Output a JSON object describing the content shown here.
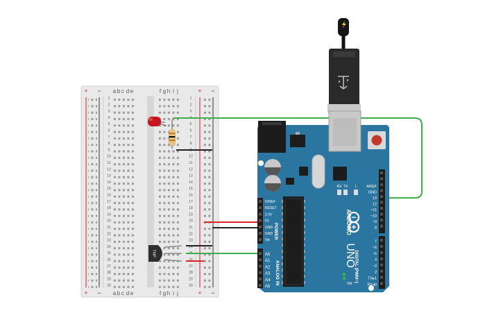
{
  "breadboard": {
    "column_letters_left": [
      "a",
      "b",
      "c",
      "d",
      "e"
    ],
    "column_letters_right": [
      "f",
      "g",
      "h",
      "i",
      "j"
    ],
    "rail_plus": "+",
    "rail_minus": "−",
    "row_count": 30
  },
  "components": {
    "led": {
      "color": "#c8141e"
    },
    "resistor": {
      "bands": [
        "#c8791e",
        "#111111",
        "#c8791e"
      ]
    },
    "temp_sensor": {
      "label": "TMP"
    }
  },
  "arduino": {
    "logo": "ARDUINO",
    "model": "UNO",
    "on_label": "ON",
    "tx_label": "TX",
    "rx_label": "RX",
    "l_label": "L",
    "power_title": "POWER",
    "analog_title": "ANALOG IN",
    "digital_title": "DIGITAL (PWM~)",
    "power_pins": [
      "IOREF",
      "RESET",
      "3.3V",
      "5V",
      "GND",
      "GND",
      "Vin"
    ],
    "analog_pins": [
      "A0",
      "A1",
      "A2",
      "A3",
      "A4",
      "A5"
    ],
    "digital_top_pins": [
      "AREF",
      "GND",
      "13",
      "12",
      "~11",
      "~10",
      "~9",
      "8"
    ],
    "digital_bottom_pins": [
      "7",
      "~6",
      "~5",
      "4",
      "~3",
      "2",
      "TX▸1",
      "RX◂0"
    ]
  },
  "colors": {
    "board_blue": "#2a76a0",
    "wire_green": "#3fae49",
    "wire_red": "#d8232a",
    "wire_black": "#222222",
    "breadboard_bg": "#e8e8e8"
  }
}
